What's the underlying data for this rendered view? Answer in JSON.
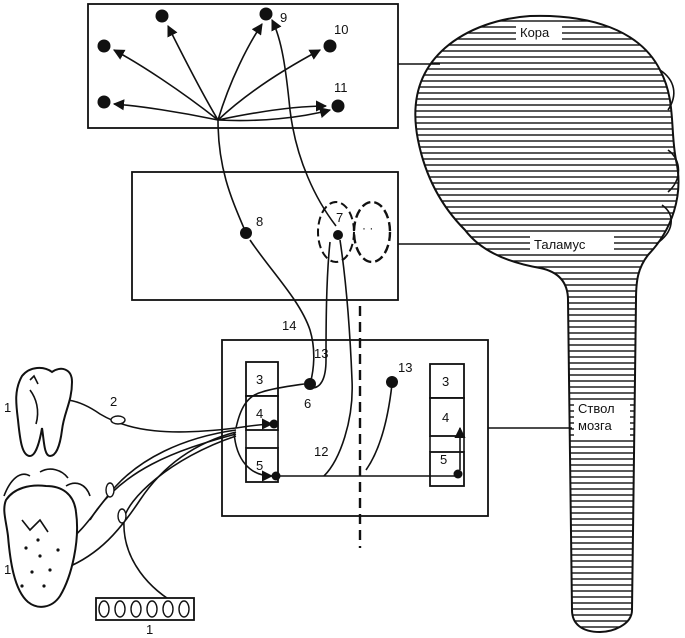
{
  "brain_labels": {
    "cortex": "Кора",
    "thalamus": "Таламус",
    "brainstem_line1": "Ствол",
    "brainstem_line2": "мозга"
  },
  "numbers": {
    "n1_tooth": "1",
    "n1_tongue": "1",
    "n1_receptors": "1",
    "n2": "2",
    "n3_left": "3",
    "n4_left": "4",
    "n5_left": "5",
    "n3_right": "3",
    "n4_right": "4",
    "n5_right": "5",
    "n6": "6",
    "n7": "7",
    "n8": "8",
    "n9": "9",
    "n10": "10",
    "n11": "11",
    "n12": "12",
    "n13_left": "13",
    "n13_right": "13",
    "n14": "14"
  },
  "colors": {
    "ink": "#111111",
    "paper": "#ffffff"
  }
}
